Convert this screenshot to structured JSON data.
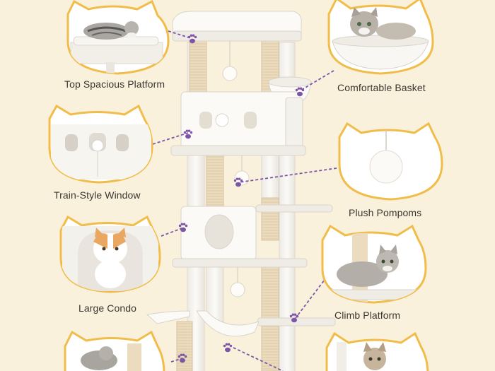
{
  "labels": {
    "top_platform": "Top Spacious Platform",
    "basket": "Comfortable Basket",
    "window": "Train-Style Window",
    "pompoms": "Plush Pompoms",
    "condo": "Large Condo",
    "climb": "Climb Platform"
  },
  "colors": {
    "background": "#faf1dd",
    "badge_border": "#f1bd4a",
    "accent": "#7d55a6",
    "tree_body": "#f8f6f1",
    "sisal": "#ecdcbf"
  },
  "icons": [
    "paw-icon"
  ]
}
